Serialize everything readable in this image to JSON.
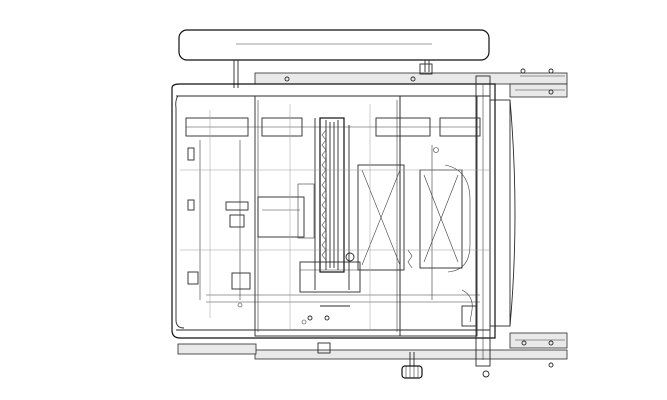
{
  "drawing": {
    "line_color": "#2a2a2a",
    "background": "#ffffff",
    "parts": [
      "fence-rail",
      "table-top",
      "saw-blade",
      "sliding-table",
      "rip-fence",
      "motor-housing",
      "fence-lock-knob"
    ]
  }
}
